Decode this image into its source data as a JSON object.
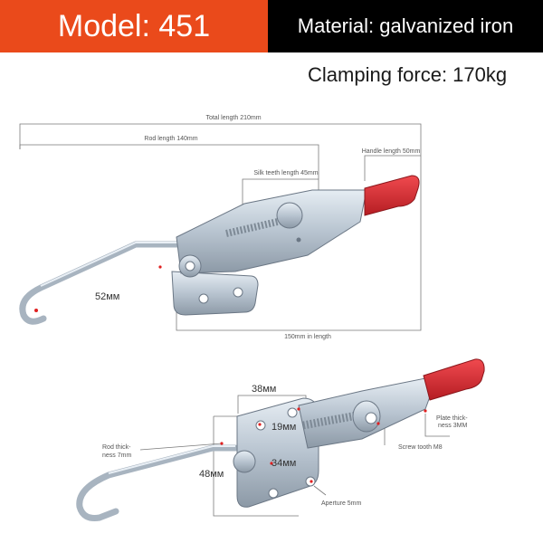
{
  "header": {
    "model": "Model: 451",
    "material": "Material: galvanized iron",
    "clamping_force": "Clamping force: 170kg"
  },
  "top_diagram": {
    "total_length": "Total length 210mm",
    "rod_length": "Rod length 140mm",
    "silk_teeth_length": "Silk teeth length 45mm",
    "handle_length": "Handle length 50mm",
    "hook_size": "52ᴍᴍ",
    "base_length": "150mm in length"
  },
  "bottom_diagram": {
    "plate_width": "38ᴍᴍ",
    "hole_spacing": "19ᴍᴍ",
    "base_spacing": "34ᴍᴍ",
    "height": "48ᴍᴍ",
    "rod_thickness_1": "Rod thick-",
    "rod_thickness_2": "ness 7mm",
    "plate_thickness_1": "Plate thick-",
    "plate_thickness_2": "ness 3MM",
    "screw_tooth": "Screw tooth M8",
    "aperture": "Aperture 5mm"
  },
  "colors": {
    "banner_orange": "#ea4a1b",
    "banner_black": "#000000",
    "handle_red": "#d9272e",
    "metal": "#b8c4d0",
    "dim_line": "#7a7a7a"
  }
}
